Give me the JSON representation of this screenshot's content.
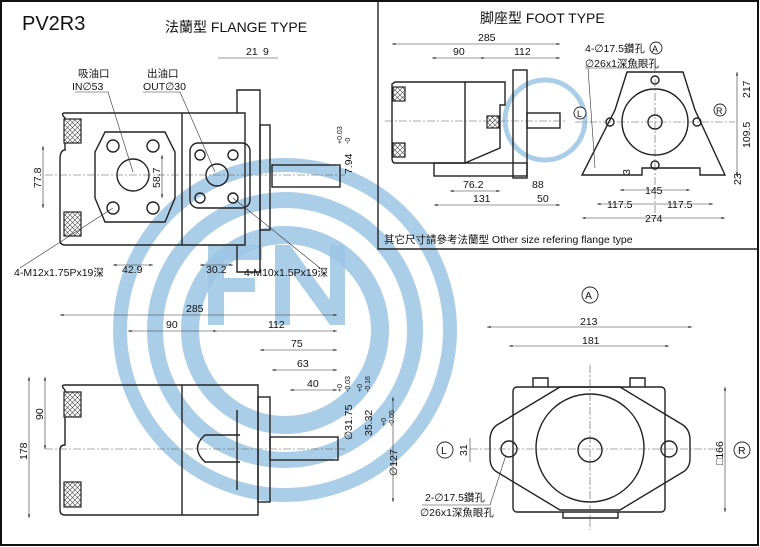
{
  "model": "PV2R3",
  "flange_view": {
    "title": "法蘭型  FLANGE TYPE",
    "dim_21": "21",
    "dim_9": "9",
    "inlet_cn": "吸油口",
    "inlet": "IN∅53",
    "outlet_cn": "出油口",
    "outlet": "OUT∅30",
    "dim_77_8": "77.8",
    "dim_58_7": "58.7",
    "key_dim": "7.94",
    "key_tol_plus": "+0.03",
    "key_tol_minus": "-0",
    "inlet_thread": "4-M12x1.75Px19深",
    "dim_42_9": "42.9",
    "dim_30_2": "30.2",
    "outlet_thread": "4-M10x1.5Px19深"
  },
  "foot_view": {
    "title": "脚座型  FOOT TYPE",
    "dim_285": "285",
    "dim_90": "90",
    "dim_112": "112",
    "dim_76_2": "76.2",
    "dim_131": "131",
    "dim_88": "88",
    "dim_50": "50",
    "holes": "4-∅17.5鑽孔",
    "spotface": "∅26x1深魚眼孔",
    "view_a": "A",
    "left": "L",
    "right": "R",
    "dim_217": "217",
    "dim_109_5": "109.5",
    "dim_23": "23",
    "dim_3": "3",
    "dim_145": "145",
    "dim_117_5_left": "117.5",
    "dim_117_5_right": "117.5",
    "dim_274": "274",
    "note": "其它尺寸請參考法蘭型   Other size refering flange type"
  },
  "side_view": {
    "dim_285": "285",
    "dim_90": "90",
    "dim_112": "112",
    "dim_75": "75",
    "dim_63": "63",
    "dim_40": "40",
    "dim_178": "178",
    "dim_90_v": "90",
    "shaft_dia": "∅31.75",
    "shaft_tol_plus": "+0",
    "shaft_tol_minus": "-0.03",
    "key_height": "35.32",
    "key_tol_plus": "+0",
    "key_tol_minus": "-0.16",
    "pilot_dia": "∅127",
    "pilot_tol_plus": "+0",
    "pilot_tol_minus": "-0.05"
  },
  "front_view": {
    "view_a": "A",
    "dim_213": "213",
    "dim_181": "181",
    "dim_31": "31",
    "square_166": "□166",
    "left": "L",
    "right": "R",
    "holes": "2-∅17.5鑽孔",
    "spotface": "∅26x1深魚眼孔"
  },
  "watermark": {
    "text": "FN",
    "color": "#9cc6e4"
  }
}
